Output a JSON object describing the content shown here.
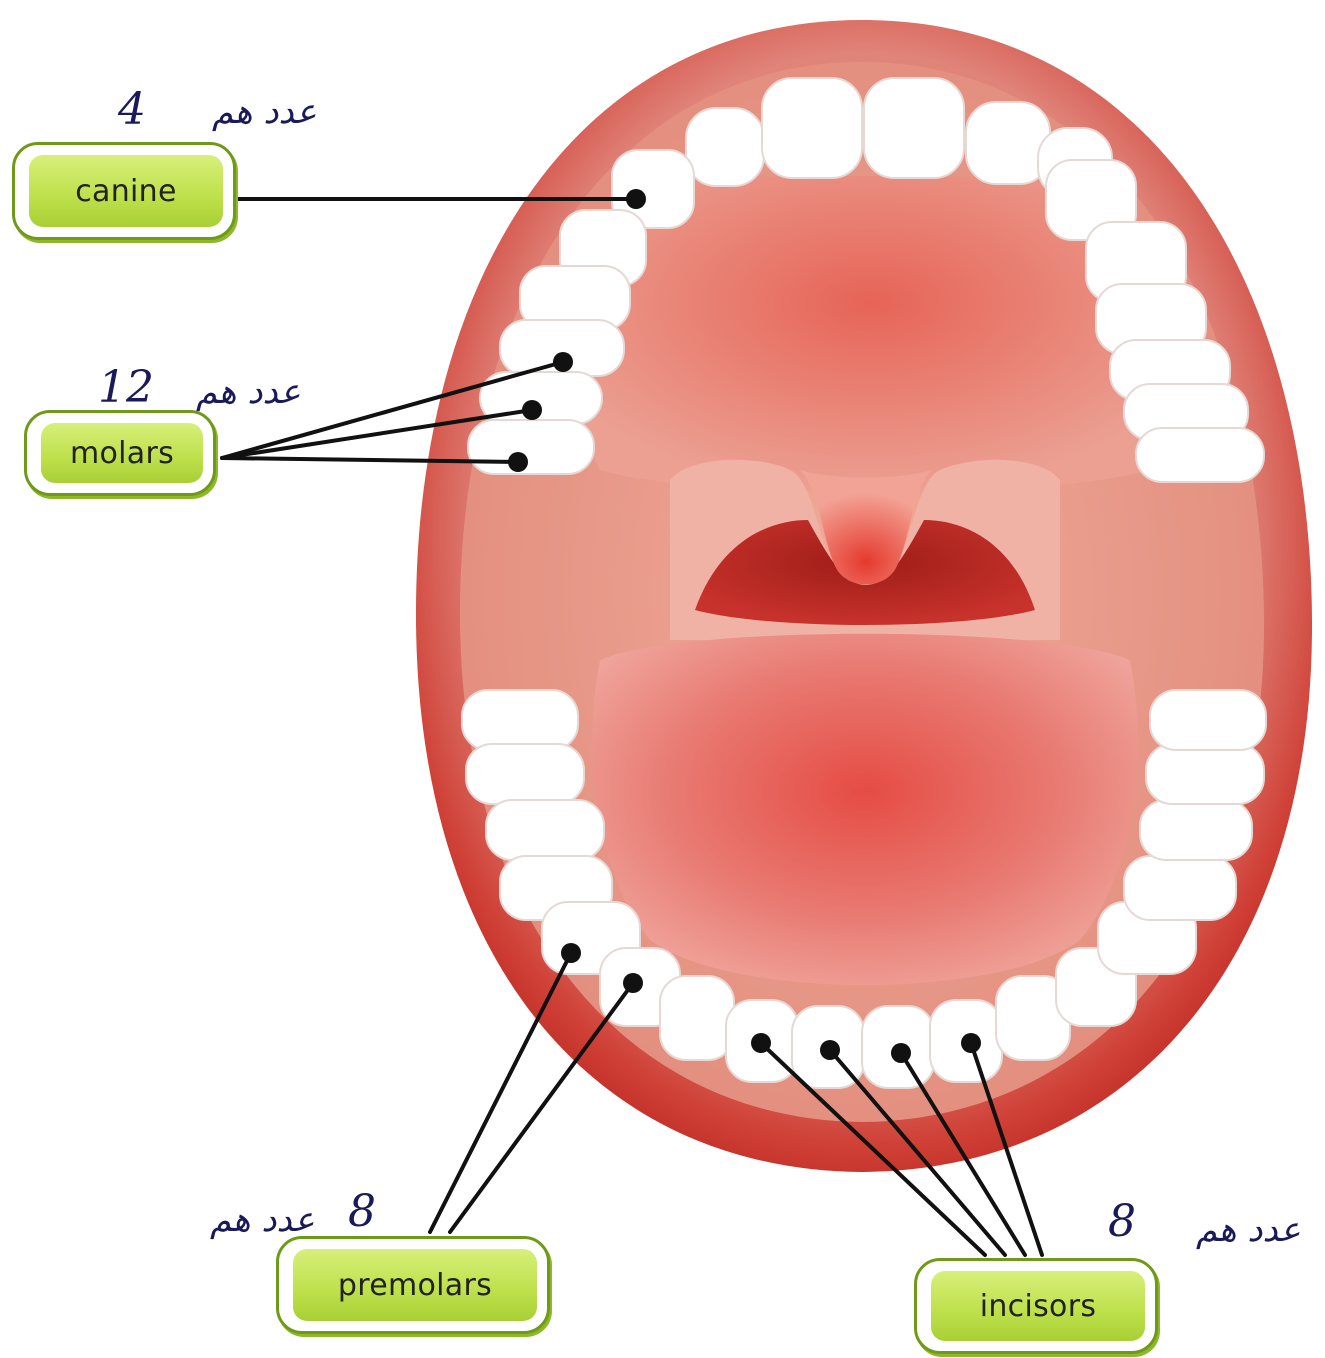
{
  "labels": {
    "canine": {
      "text": "canine",
      "count": "4",
      "note": "عدد هم"
    },
    "molars": {
      "text": "molars",
      "count": "12",
      "note": "عدد هم"
    },
    "premolars": {
      "text": "premolars",
      "count": "8",
      "note": "عدد هم"
    },
    "incisors": {
      "text": "incisors",
      "count": "8",
      "note": "عدد هم"
    }
  },
  "colors": {
    "lip": "#c8322c",
    "mouth_inner": "#e6907f",
    "tongue": "#e05a55",
    "throat": "#b82a24",
    "tooth": "#ffffff",
    "label_fill": "#bde04a",
    "label_border": "#6f9a18",
    "leader_line": "#111111",
    "handwriting": "#1a1a5a"
  }
}
